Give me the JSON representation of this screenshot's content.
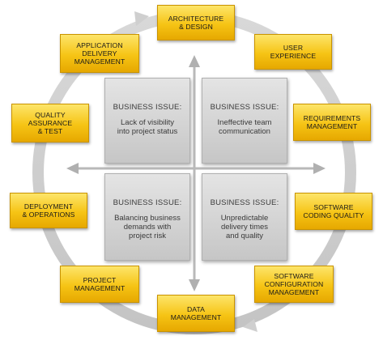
{
  "outer_boxes": [
    {
      "name": "architecture-design-box",
      "label": "ARCHITECTURE\n& DESIGN"
    },
    {
      "name": "user-experience-box",
      "label": "USER\nEXPERIENCE"
    },
    {
      "name": "requirements-management-box",
      "label": "REQUIREMENTS\nMANAGEMENT"
    },
    {
      "name": "software-coding-quality-box",
      "label": "SOFTWARE\nCODING QUALITY"
    },
    {
      "name": "software-configuration-management-box",
      "label": "SOFTWARE\nCONFIGURATION\nMANAGEMENT"
    },
    {
      "name": "data-management-box",
      "label": "DATA\nMANAGEMENT"
    },
    {
      "name": "project-management-box",
      "label": "PROJECT\nMANAGEMENT"
    },
    {
      "name": "deployment-operations-box",
      "label": "DEPLOYMENT\n& OPERATIONS"
    },
    {
      "name": "quality-assurance-test-box",
      "label": "QUALITY\nASSURANCE\n& TEST"
    },
    {
      "name": "application-delivery-management-box",
      "label": "APPLICATION\nDELIVERY\nMANAGEMENT"
    }
  ],
  "issues": [
    {
      "heading": "BUSINESS ISSUE:",
      "text": "Lack of visibility\ninto project status"
    },
    {
      "heading": "BUSINESS ISSUE:",
      "text": "Ineffective team\ncommunication"
    },
    {
      "heading": "BUSINESS ISSUE:",
      "text": "Balancing business\ndemands with\nproject risk"
    },
    {
      "heading": "BUSINESS ISSUE:",
      "text": "Unpredictable\ndelivery times\nand quality"
    }
  ]
}
